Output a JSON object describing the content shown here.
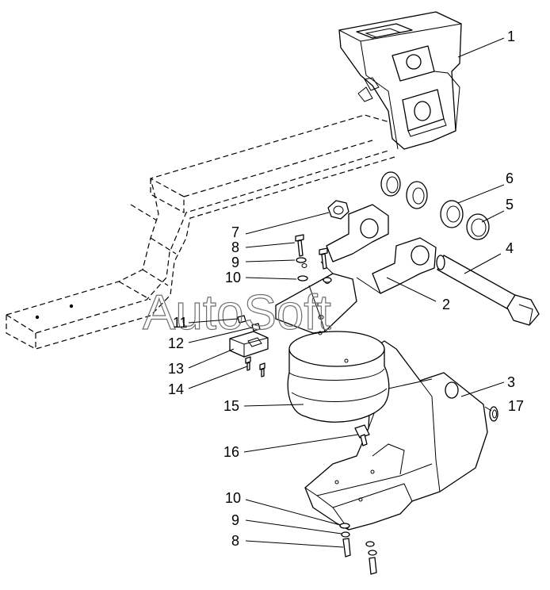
{
  "watermark": "AutoSoft",
  "callouts": [
    {
      "id": "c1",
      "label": "1"
    },
    {
      "id": "c2",
      "label": "2"
    },
    {
      "id": "c3",
      "label": "3"
    },
    {
      "id": "c4",
      "label": "4"
    },
    {
      "id": "c5",
      "label": "5"
    },
    {
      "id": "c6",
      "label": "6"
    },
    {
      "id": "c7",
      "label": "7"
    },
    {
      "id": "c8a",
      "label": "8"
    },
    {
      "id": "c9a",
      "label": "9"
    },
    {
      "id": "c10a",
      "label": "10"
    },
    {
      "id": "c11",
      "label": "11"
    },
    {
      "id": "c12",
      "label": "12"
    },
    {
      "id": "c13",
      "label": "13"
    },
    {
      "id": "c14",
      "label": "14"
    },
    {
      "id": "c15",
      "label": "15"
    },
    {
      "id": "c16",
      "label": "16"
    },
    {
      "id": "c17",
      "label": "17"
    },
    {
      "id": "c10b",
      "label": "10"
    },
    {
      "id": "c9b",
      "label": "9"
    },
    {
      "id": "c8b",
      "label": "8"
    }
  ]
}
